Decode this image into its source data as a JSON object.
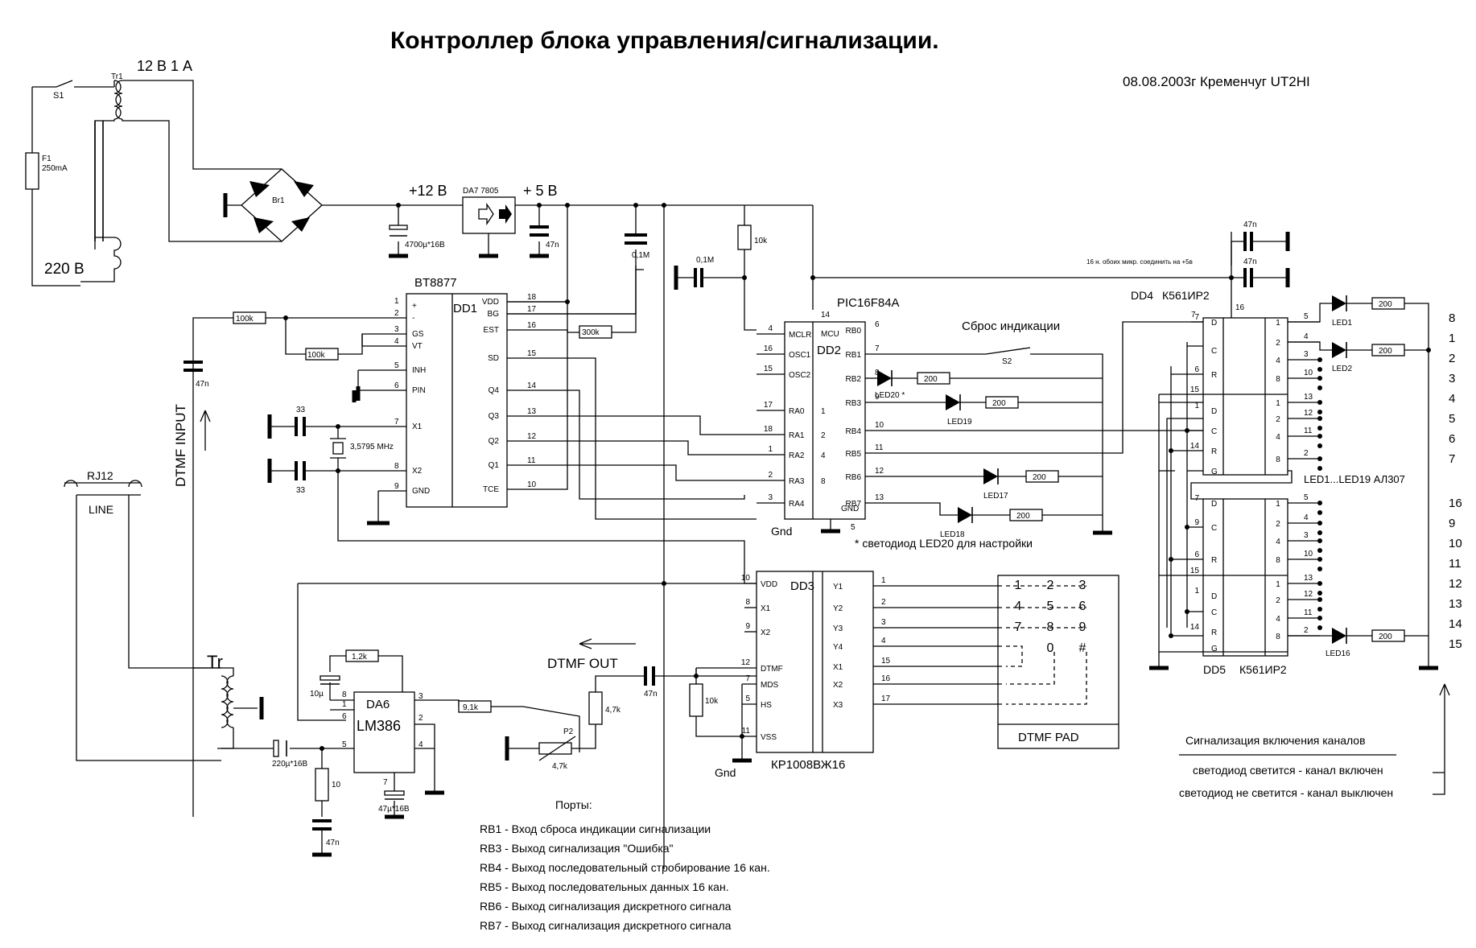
{
  "title": "Контроллер блока  управления/сигнализации.",
  "author": "08.08.2003г   Кременчуг   UT2HI",
  "power": {
    "switch": "S1",
    "transformer": "Tr1",
    "secondary": "12 В  1 А",
    "fuse": "F1",
    "fuse_rating": "250mA",
    "mains": "220 В",
    "bridge": "Br1",
    "cap_in": "4700µ*16В",
    "plus12": "+12 В",
    "regulator": "DA7 7805",
    "plus5": "+ 5 В",
    "cap_out": "47n",
    "cap_01": "0,1М"
  },
  "dd1": {
    "name": "DD1",
    "part": "BT8877",
    "left_pins": [
      {
        "num": "1",
        "sig": "+"
      },
      {
        "num": "2",
        "sig": "-"
      },
      {
        "num": "3",
        "sig": "GS"
      },
      {
        "num": "4",
        "sig": "VT"
      },
      {
        "num": "5",
        "sig": "INH"
      },
      {
        "num": "6",
        "sig": "PIN"
      },
      {
        "num": "7",
        "sig": "X1"
      },
      {
        "num": "8",
        "sig": "X2"
      },
      {
        "num": "9",
        "sig": "GND"
      }
    ],
    "right_pins": [
      {
        "num": "18",
        "sig": "VDD"
      },
      {
        "num": "17",
        "sig": "BG"
      },
      {
        "num": "16",
        "sig": "EST"
      },
      {
        "num": "15",
        "sig": "SD"
      },
      {
        "num": "14",
        "sig": "Q4"
      },
      {
        "num": "13",
        "sig": "Q3"
      },
      {
        "num": "12",
        "sig": "Q2"
      },
      {
        "num": "11",
        "sig": "Q1"
      },
      {
        "num": "10",
        "sig": "TCE"
      }
    ],
    "r1": "100k",
    "r2": "100k",
    "r_est": "300k",
    "c1": "33",
    "c2": "33",
    "crystal": "3,5795 MHz",
    "c_input": "47n"
  },
  "dd2": {
    "name": "DD2",
    "part": "PIC16F84A",
    "mcu": "MCU",
    "left_pins": [
      {
        "num": "4",
        "sig": "MCLR"
      },
      {
        "num": "16",
        "sig": "OSC1"
      },
      {
        "num": "15",
        "sig": "OSC2"
      },
      {
        "num": "17",
        "sig": "RA0",
        "inner": "1"
      },
      {
        "num": "18",
        "sig": "RA1",
        "inner": "2"
      },
      {
        "num": "1",
        "sig": "RA2",
        "inner": "4"
      },
      {
        "num": "2",
        "sig": "RA3",
        "inner": "8"
      },
      {
        "num": "3",
        "sig": "RA4",
        "inner": ""
      }
    ],
    "right_pins": [
      {
        "num": "6",
        "sig": "RB0"
      },
      {
        "num": "7",
        "sig": "RB1"
      },
      {
        "num": "8",
        "sig": "RB2"
      },
      {
        "num": "9",
        "sig": "RB3"
      },
      {
        "num": "10",
        "sig": "RB4"
      },
      {
        "num": "11",
        "sig": "RB5"
      },
      {
        "num": "12",
        "sig": "RB6"
      },
      {
        "num": "13",
        "sig": "RB7"
      }
    ],
    "vdd_pin": "14",
    "gnd_pin": "5",
    "gnd_sig": "GND",
    "gnd_label": "Gnd",
    "r_pull": "10k",
    "c_osc": "0,1М"
  },
  "reset": {
    "label": "Сброс индикации",
    "switch": "S2"
  },
  "leds_mid": [
    {
      "name": "LED20 *",
      "r": "200"
    },
    {
      "name": "LED19",
      "r": "200"
    },
    {
      "name": "LED17",
      "r": "200"
    },
    {
      "name": "LED18",
      "r": "200"
    }
  ],
  "led20_note": "* светодиод LED20 для настройки",
  "dd3": {
    "name": "DD3",
    "part": "КР1008ВЖ16",
    "left_pins": [
      {
        "num": "10",
        "sig": "VDD"
      },
      {
        "num": "8",
        "sig": "X1"
      },
      {
        "num": "9",
        "sig": "X2"
      },
      {
        "num": "12",
        "sig": "DTMF"
      },
      {
        "num": "7",
        "sig": "MDS"
      },
      {
        "num": "5",
        "sig": "HS"
      },
      {
        "num": "11",
        "sig": "VSS"
      }
    ],
    "right_pins": [
      {
        "num": "1",
        "sig": "Y1"
      },
      {
        "num": "2",
        "sig": "Y2"
      },
      {
        "num": "3",
        "sig": "Y3"
      },
      {
        "num": "4",
        "sig": "Y4"
      },
      {
        "num": "15",
        "sig": "X1"
      },
      {
        "num": "16",
        "sig": "X2"
      },
      {
        "num": "17",
        "sig": "X3"
      }
    ],
    "r_pull": "10k",
    "gnd_label": "Gnd"
  },
  "pad": {
    "rows": [
      "1",
      "2",
      "3",
      "4",
      "5",
      "6",
      "7",
      "8",
      "9",
      "0",
      "#"
    ],
    "label": "DTMF PAD"
  },
  "da6": {
    "name": "DA6",
    "part": "LM386",
    "pins": [
      "8",
      "1",
      "6",
      "5",
      "3",
      "2",
      "4",
      "7"
    ],
    "r_fb": "1,2k",
    "c_fb": "10µ",
    "r_in": "9,1k",
    "pot": "P2",
    "pot_val": "4,7k",
    "r_47": "4,7k",
    "c_out": "220µ*16В",
    "r_10": "10",
    "c_47n": "47n",
    "c_bypass": "47µ*16В",
    "c_dtmf": "47n"
  },
  "line": {
    "jack": "RJ12",
    "line": "LINE",
    "transformer": "Tr",
    "dtmf_input": "DTMF INPUT",
    "dtmf_out": "DTMF OUT"
  },
  "dd4": {
    "name": "DD4",
    "part": "К561ИР2",
    "top_pin": "7",
    "vdd_pin": "16",
    "cap1": "47n",
    "cap2": "47n",
    "note": "16 н. обоих микр. соединить на +5в",
    "left_top": [
      {
        "num": "7",
        "sig": "D"
      },
      {
        "num": "",
        "sig": "C"
      },
      {
        "num": "6",
        "sig": "R"
      },
      {
        "num": "15",
        "sig": ""
      }
    ],
    "left_bot": [
      {
        "num": "1",
        "sig": "D"
      },
      {
        "num": "",
        "sig": "C"
      },
      {
        "num": "14",
        "sig": "R"
      },
      {
        "num": "",
        "sig": "G"
      }
    ],
    "outputs": [
      {
        "pin": "5",
        "q": "1"
      },
      {
        "pin": "4",
        "q": "2"
      },
      {
        "pin": "3",
        "q": "4"
      },
      {
        "pin": "10",
        "q": "8"
      },
      {
        "pin": "13",
        "q": "1"
      },
      {
        "pin": "12",
        "q": "2"
      },
      {
        "pin": "11",
        "q": "4"
      },
      {
        "pin": "2",
        "q": "8"
      }
    ]
  },
  "dd5": {
    "name": "DD5",
    "part": "К561ИР2",
    "outputs": [
      {
        "pin": "5",
        "q": "1"
      },
      {
        "pin": "4",
        "q": "2"
      },
      {
        "pin": "3",
        "q": "4"
      },
      {
        "pin": "10",
        "q": "8"
      },
      {
        "pin": "13",
        "q": "1"
      },
      {
        "pin": "12",
        "q": "2"
      },
      {
        "pin": "11",
        "q": "4"
      },
      {
        "pin": "2",
        "q": "8"
      }
    ],
    "left_top": [
      {
        "num": "7",
        "sig": "D"
      },
      {
        "num": "9",
        "sig": "C"
      },
      {
        "num": "6",
        "sig": "R"
      },
      {
        "num": "15",
        "sig": ""
      }
    ],
    "left_bot": [
      {
        "num": "1",
        "sig": "D"
      },
      {
        "num": "",
        "sig": "C"
      },
      {
        "num": "14",
        "sig": "R"
      },
      {
        "num": "",
        "sig": "G"
      }
    ]
  },
  "leds_right": [
    {
      "name": "LED1",
      "r": "200"
    },
    {
      "name": "LED2",
      "r": "200"
    },
    {
      "name": "LED16",
      "r": "200"
    }
  ],
  "led_types": "LED1...LED19  АЛ307",
  "channels_top": [
    "8",
    "1",
    "2",
    "3",
    "4",
    "5",
    "6",
    "7"
  ],
  "channels_bot": [
    "16",
    "9",
    "10",
    "11",
    "12",
    "13",
    "14",
    "15"
  ],
  "legend": {
    "title": "Сигнализация включения каналов",
    "on": "светодиод светится  -  канал включен",
    "off": "светодиод не светится  -  канал выключен"
  },
  "ports": {
    "title": "Порты:",
    "items": [
      "RB1 - Вход сброса индикации сигнализации",
      "RB3 - Выход сигнализация \"Ошибка\"",
      "RB4 - Выход последовательный стробирование 16 кан.",
      "RB5 - Выход последовательных данных 16 кан.",
      "RB6 - Выход сигнализация дискретного сигнала",
      "RB7 - Выход сигнализация дискретного сигнала"
    ]
  }
}
